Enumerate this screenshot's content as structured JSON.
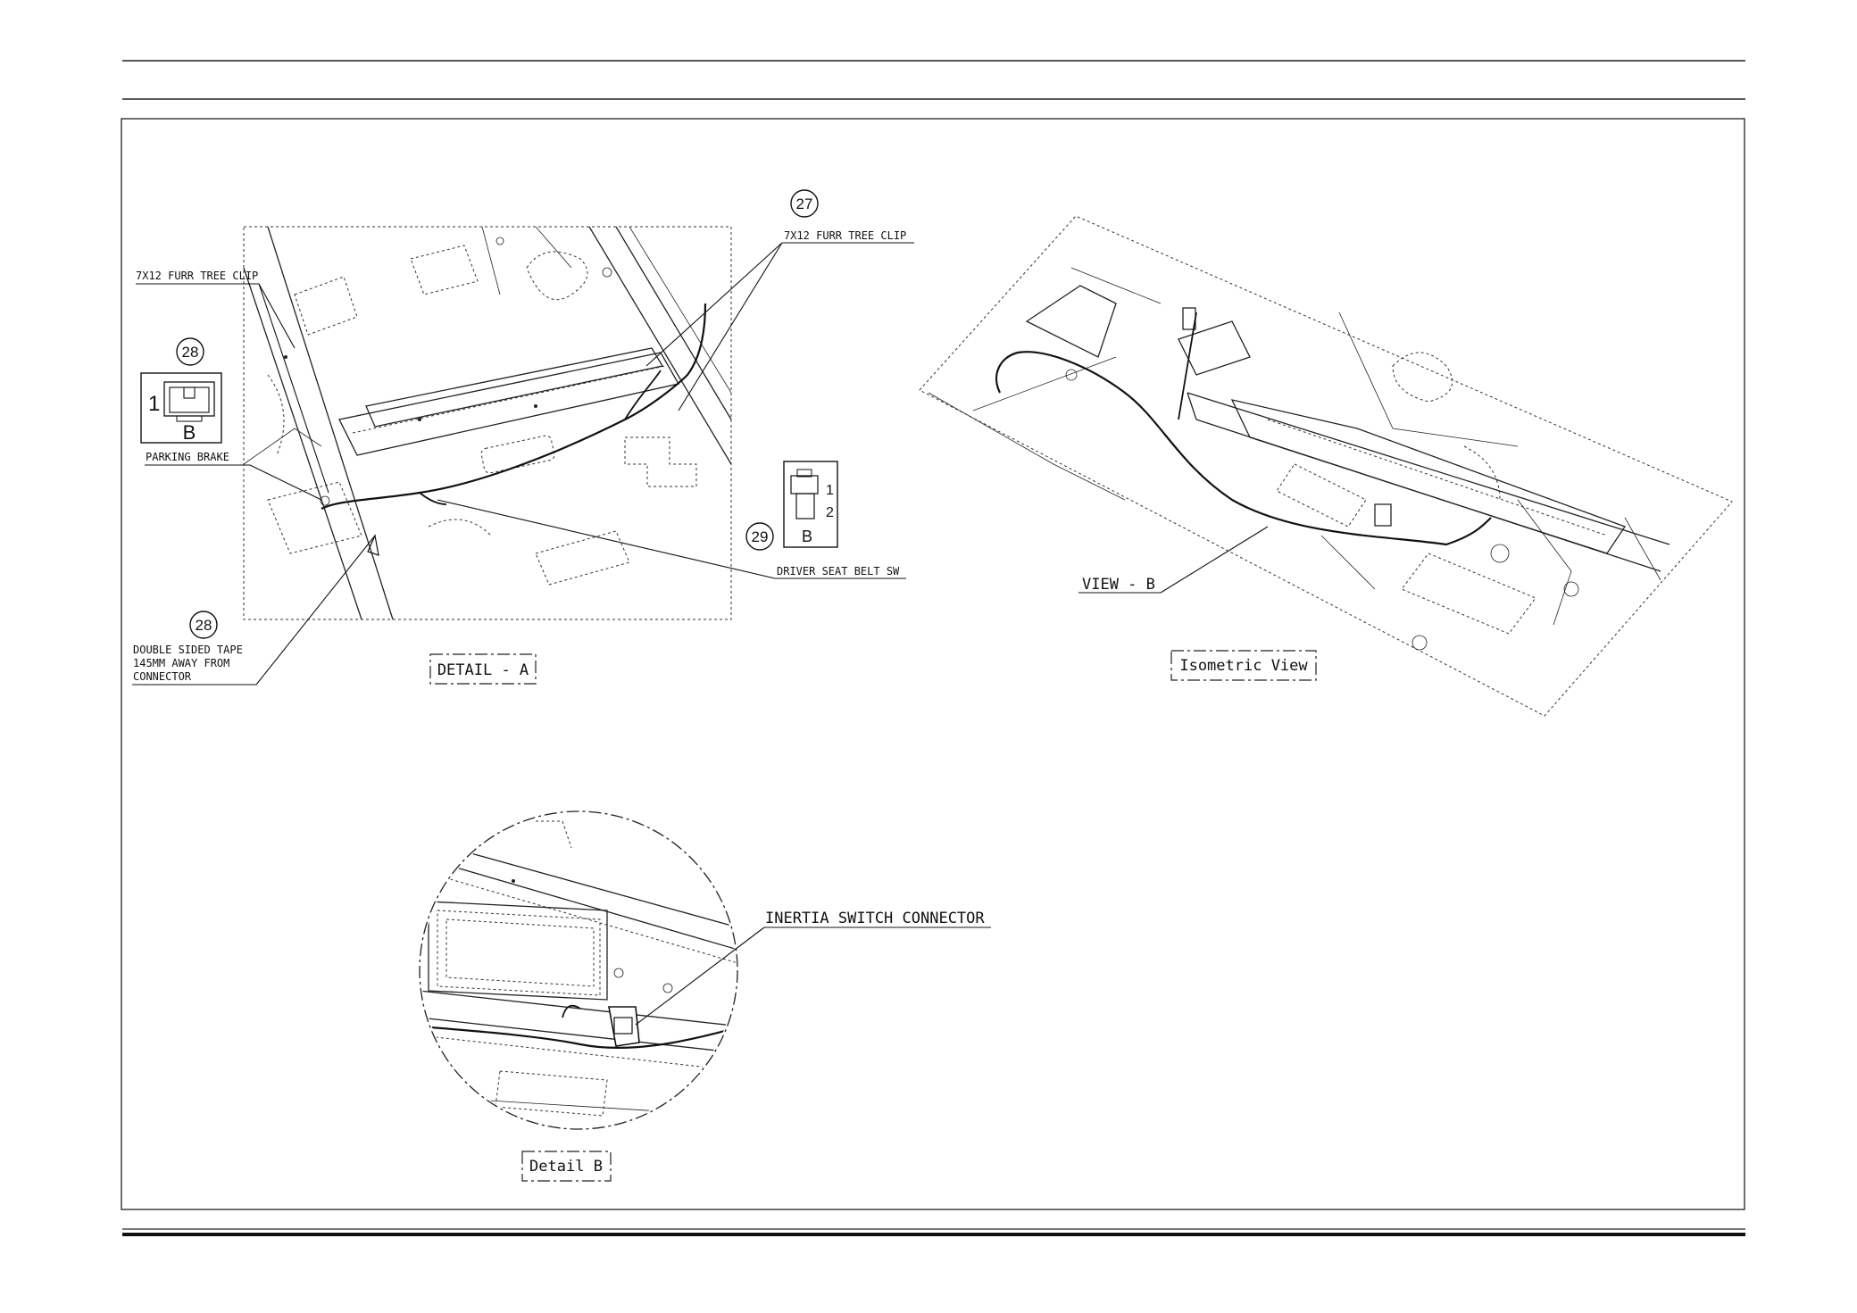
{
  "detail_a": {
    "title": "DETAIL - A",
    "callouts": {
      "furr_clip_left": "7X12 FURR TREE CLIP",
      "furr_clip_right": "7X12 FURR TREE CLIP",
      "parking_brake": "PARKING BRAKE",
      "driver_seat_belt": "DRIVER SEAT BELT SW",
      "tape_line1": "DOUBLE SIDED TAPE",
      "tape_line2": "145MM AWAY FROM",
      "tape_line3": "CONNECTOR"
    },
    "balloons": {
      "b27": "27",
      "b28_connector": "28",
      "b28_tape": "28",
      "b29": "29"
    },
    "connector_28": {
      "pin": "1",
      "code": "B"
    },
    "connector_29": {
      "pin1": "1",
      "pin2": "2",
      "code": "B"
    }
  },
  "view_b": {
    "title": "Isometric View",
    "label": "VIEW - B"
  },
  "detail_b": {
    "title": "Detail B",
    "callout": "INERTIA SWITCH CONNECTOR"
  }
}
